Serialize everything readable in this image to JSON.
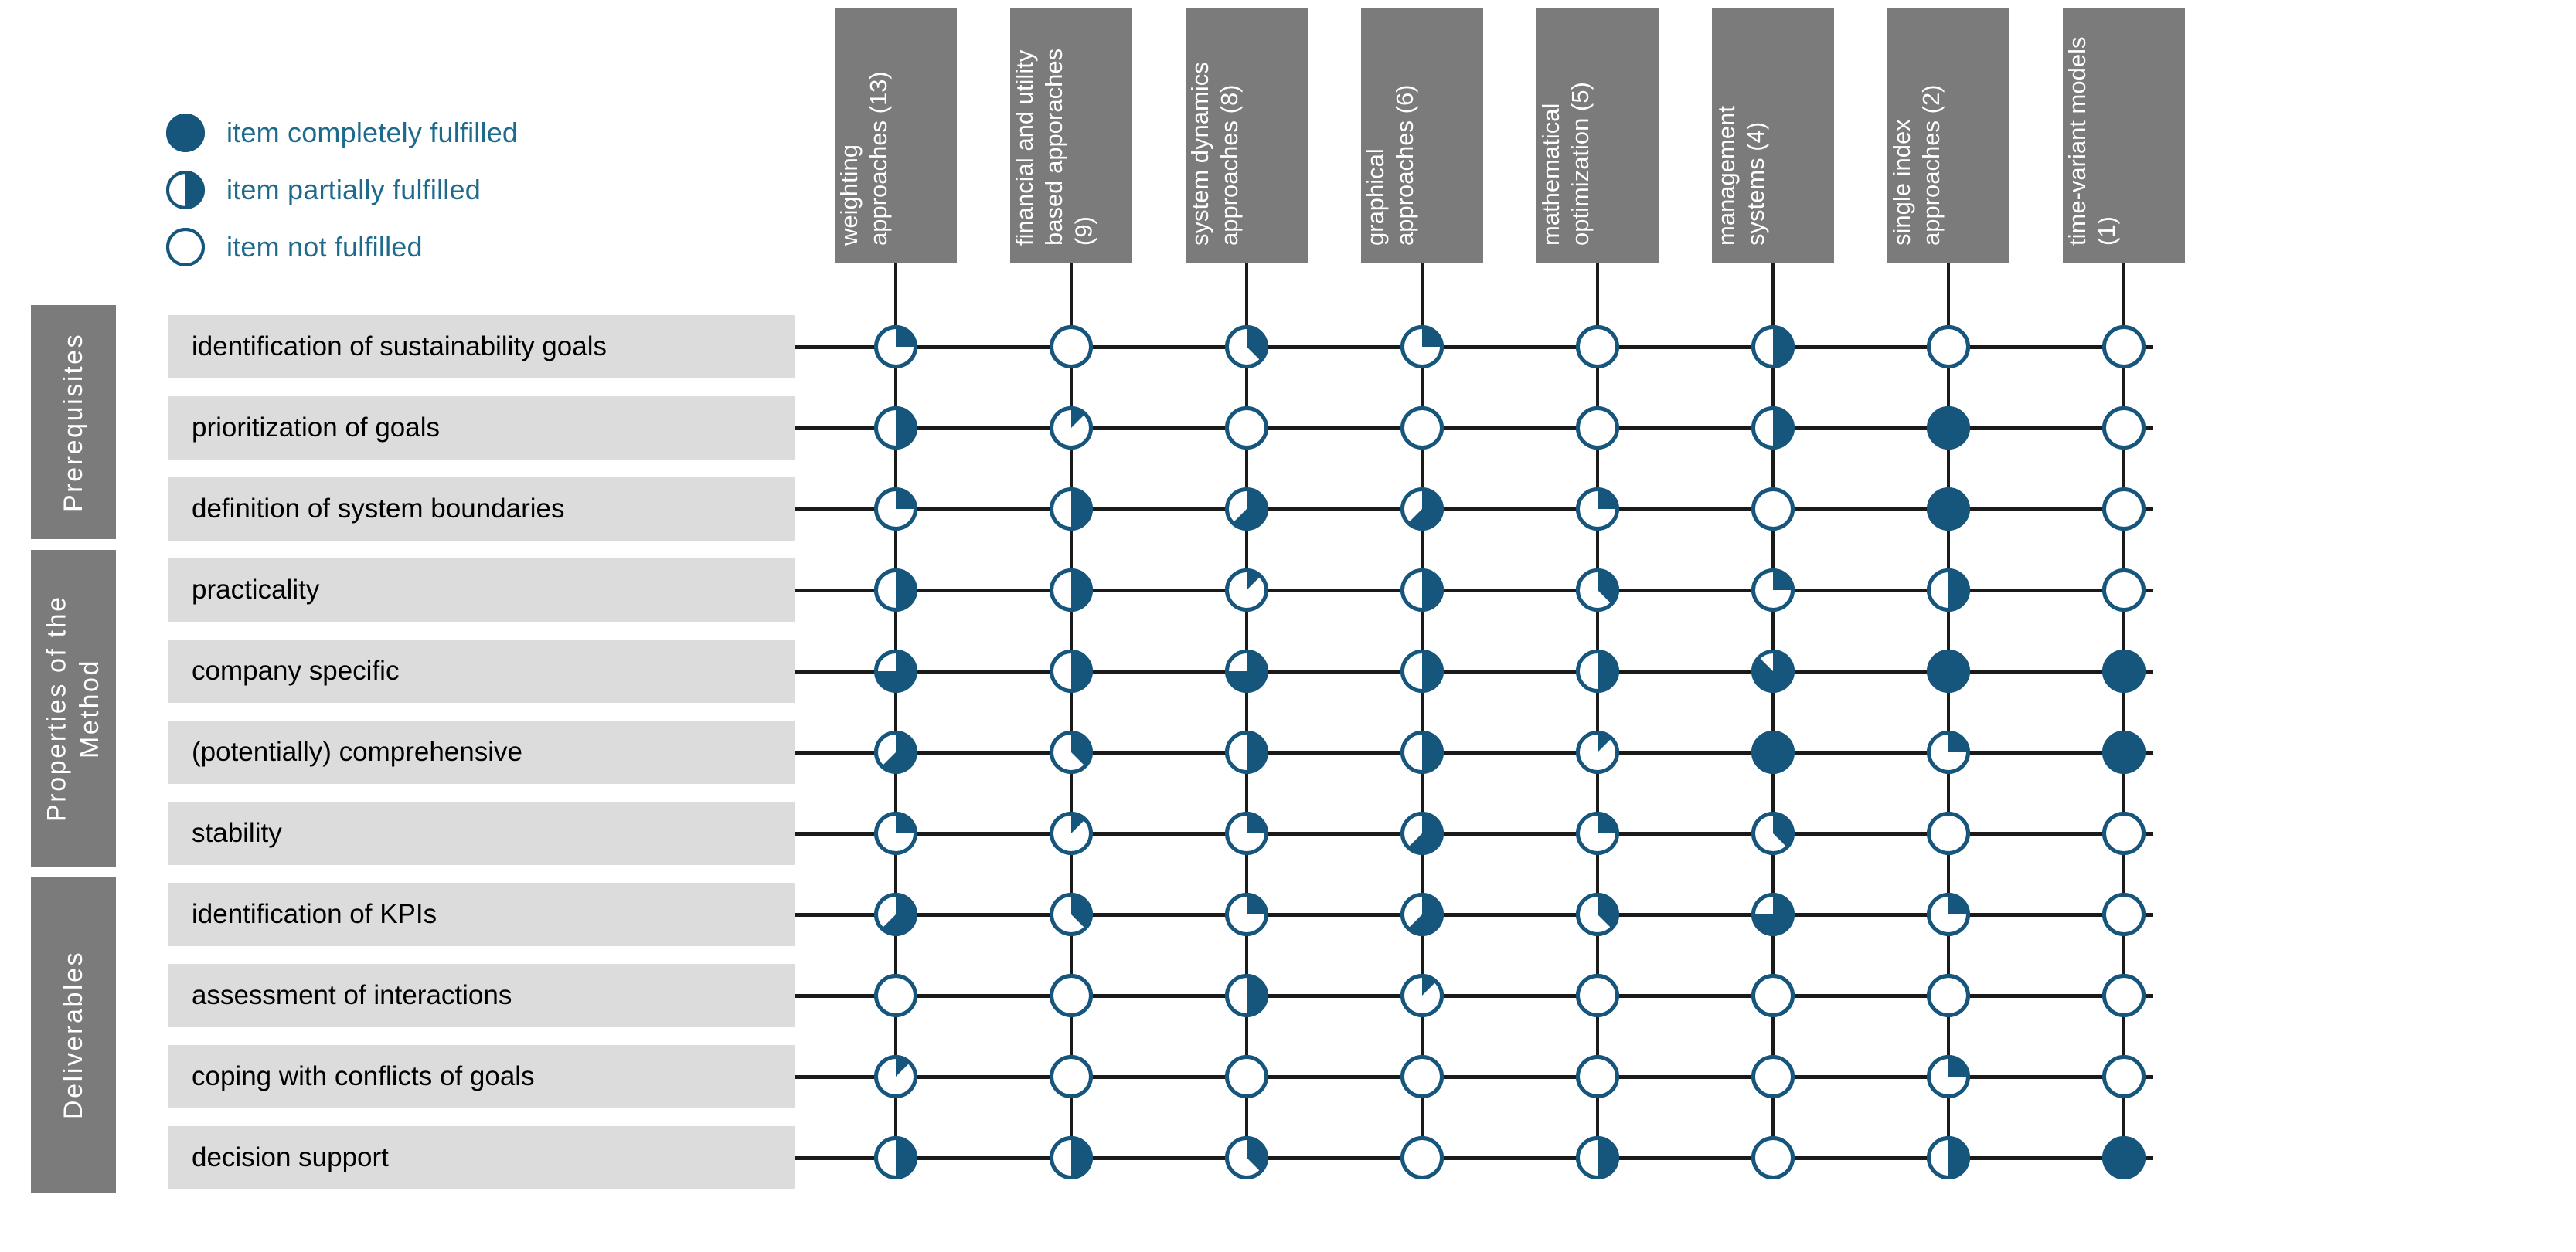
{
  "legend": {
    "items": [
      {
        "icon": "filled-circle-icon",
        "label": "item completely fulfilled",
        "value": 8
      },
      {
        "icon": "half-filled-circle-icon",
        "label": "item partially fulfilled",
        "value": 4
      },
      {
        "icon": "empty-circle-icon",
        "label": "item not fulfilled",
        "value": 0
      }
    ]
  },
  "colors": {
    "accent": "#16567d",
    "legend_text": "#1d6a8c",
    "header_bg": "#7b7b7b",
    "header_text": "#ffffff",
    "row_bg": "#dcdcdc",
    "row_text": "#000000",
    "grid_line": "#1a1a1a",
    "page_bg": "#ffffff"
  },
  "chart_data": {
    "type": "heatmap",
    "title": "",
    "xlabel": "",
    "ylabel": "",
    "legend_position": "top-left",
    "scale": {
      "unit": "eighths of a pie",
      "min": 0,
      "max": 8,
      "meaning": {
        "0": "item not fulfilled",
        "4": "item partially fulfilled",
        "8": "item completely fulfilled"
      }
    },
    "columns": [
      {
        "label": "weighting approaches (13)",
        "count": 13
      },
      {
        "label": "financial and utility based apporaches (9)",
        "count": 9
      },
      {
        "label": "system dynamics approaches (8)",
        "count": 8
      },
      {
        "label": "graphical approaches (6)",
        "count": 6
      },
      {
        "label": "mathematical optimization (5)",
        "count": 5
      },
      {
        "label": "management systems (4)",
        "count": 4
      },
      {
        "label": "single index approaches (2)",
        "count": 2
      },
      {
        "label": "time-variant models (1)",
        "count": 1
      }
    ],
    "groups": [
      {
        "label": "Prerequisites",
        "rows": 3
      },
      {
        "label": "Properties of the Method",
        "rows": 4
      },
      {
        "label": "Deliverables",
        "rows": 4
      }
    ],
    "rows": [
      {
        "label": "identification of sustainability goals",
        "group": "Prerequisites",
        "values": [
          2,
          0,
          3,
          2,
          0,
          4,
          0,
          0
        ]
      },
      {
        "label": "prioritization of goals",
        "group": "Prerequisites",
        "values": [
          4,
          1,
          0,
          0,
          0,
          4,
          8,
          0
        ]
      },
      {
        "label": "definition of system boundaries",
        "group": "Prerequisites",
        "values": [
          2,
          4,
          5,
          5,
          2,
          0,
          8,
          0
        ]
      },
      {
        "label": "practicality",
        "group": "Properties of the Method",
        "values": [
          4,
          4,
          1,
          4,
          3,
          2,
          4,
          0
        ]
      },
      {
        "label": "company specific",
        "group": "Properties of the Method",
        "values": [
          6,
          4,
          6,
          4,
          4,
          7,
          8,
          8
        ]
      },
      {
        "label": "(potentially) comprehensive",
        "group": "Properties of the Method",
        "values": [
          5,
          3,
          4,
          4,
          1,
          8,
          2,
          8
        ]
      },
      {
        "label": "stability",
        "group": "Properties of the Method",
        "values": [
          2,
          1,
          2,
          5,
          2,
          3,
          0,
          0
        ]
      },
      {
        "label": "identification of KPIs",
        "group": "Deliverables",
        "values": [
          5,
          3,
          2,
          5,
          3,
          6,
          2,
          0
        ]
      },
      {
        "label": "assessment of interactions",
        "group": "Deliverables",
        "values": [
          0,
          0,
          4,
          1,
          0,
          0,
          0,
          0
        ]
      },
      {
        "label": "coping with conflicts of goals",
        "group": "Deliverables",
        "values": [
          1,
          0,
          0,
          0,
          0,
          0,
          2,
          0
        ]
      },
      {
        "label": "decision support",
        "group": "Deliverables",
        "values": [
          4,
          4,
          3,
          0,
          4,
          0,
          4,
          8
        ]
      }
    ]
  }
}
